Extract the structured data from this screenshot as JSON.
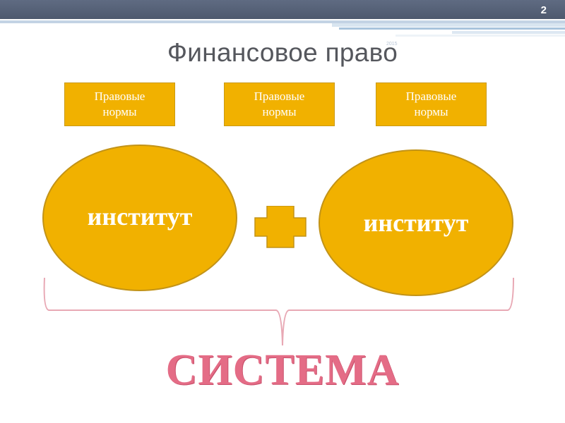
{
  "slide": {
    "number": "2",
    "year": "2015",
    "title": "Финансовое право"
  },
  "norm_boxes": [
    {
      "line1": "Правовые",
      "line2": "нормы"
    },
    {
      "line1": "Правовые",
      "line2": "нормы"
    },
    {
      "line1": "Правовые",
      "line2": "нормы"
    }
  ],
  "institutes": [
    {
      "label": "институт"
    },
    {
      "label": "институт"
    }
  ],
  "system_label": "СИСТЕМА",
  "colors": {
    "header_bar": "#55607a",
    "box_fill": "#f1b100",
    "box_border": "#c99a14",
    "system_text": "#e46c86",
    "brace": "#e8a8b4",
    "title_text": "#55575d"
  },
  "icons": {
    "plus": "plus-icon",
    "brace": "curly-brace-icon"
  }
}
